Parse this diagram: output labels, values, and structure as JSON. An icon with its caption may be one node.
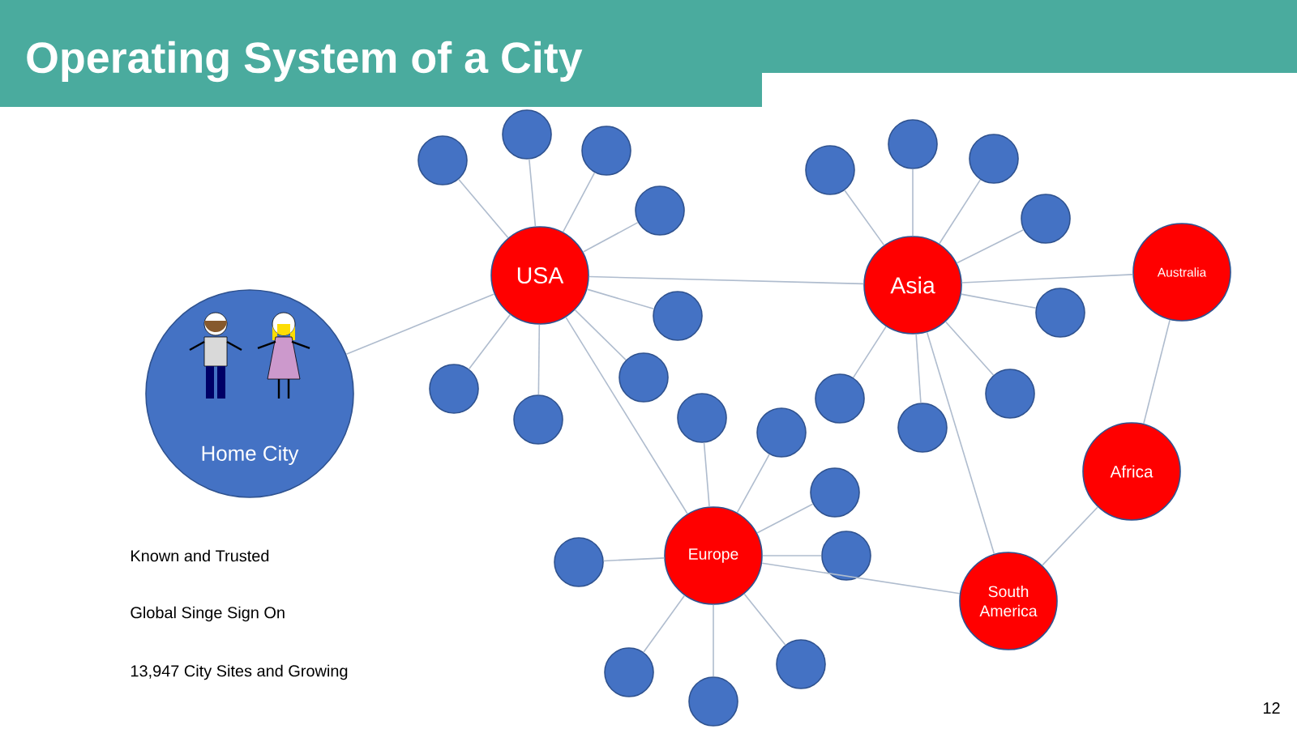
{
  "diagram": {
    "title": "Operating System of a City",
    "nodes": [
      {
        "text": [
          "Home City"
        ]
      },
      {
        "text": [
          "USA"
        ]
      },
      {
        "text": [],
        "shape": "circle"
      },
      {
        "text": [],
        "shape": "circle"
      },
      {
        "text": [],
        "shape": "circle"
      },
      {
        "text": [],
        "shape": "circle"
      },
      {
        "text": [],
        "shape": "circle"
      },
      {
        "text": [],
        "shape": "circle"
      },
      {
        "text": [],
        "shape": "circle"
      },
      {
        "text": [],
        "shape": "circle"
      },
      {
        "text": [
          "Asia"
        ]
      },
      {
        "text": [],
        "shape": "circle"
      },
      {
        "text": [],
        "shape": "circle"
      },
      {
        "text": [],
        "shape": "circle"
      },
      {
        "text": [],
        "shape": "circle"
      },
      {
        "text": [],
        "shape": "circle"
      },
      {
        "text": [],
        "shape": "circle"
      },
      {
        "text": [],
        "shape": "circle"
      },
      {
        "text": [],
        "shape": "circle"
      },
      {
        "text": [
          "Australia"
        ]
      },
      {
        "text": [
          "Africa"
        ]
      },
      {
        "text": [
          "Europe"
        ]
      },
      {
        "text": [],
        "shape": "circle"
      },
      {
        "text": [],
        "shape": "circle"
      },
      {
        "text": [],
        "shape": "circle"
      },
      {
        "text": [],
        "shape": "circle"
      },
      {
        "text": [],
        "shape": "circle"
      },
      {
        "text": [],
        "shape": "circle"
      },
      {
        "text": [],
        "shape": "circle"
      },
      {
        "text": [],
        "shape": "circle"
      },
      {
        "text": [
          "South America"
        ]
      }
    ],
    "edges": [
      {
        "from": 0,
        "to": 1,
        "arrow": "none"
      },
      {
        "from": 1,
        "to": 2,
        "arrow": "none"
      },
      {
        "from": 1,
        "to": 3,
        "arrow": "none"
      },
      {
        "from": 1,
        "to": 4,
        "arrow": "none"
      },
      {
        "from": 1,
        "to": 5,
        "arrow": "none"
      },
      {
        "from": 1,
        "to": 6,
        "arrow": "none"
      },
      {
        "from": 1,
        "to": 7,
        "arrow": "none"
      },
      {
        "from": 1,
        "to": 8,
        "arrow": "none"
      },
      {
        "from": 1,
        "to": 9,
        "arrow": "none"
      },
      {
        "from": 1,
        "to": 10,
        "arrow": "none"
      },
      {
        "from": 1,
        "to": 21,
        "arrow": "none"
      },
      {
        "from": 10,
        "to": 11,
        "arrow": "none"
      },
      {
        "from": 10,
        "to": 12,
        "arrow": "none"
      },
      {
        "from": 10,
        "to": 13,
        "arrow": "none"
      },
      {
        "from": 10,
        "to": 14,
        "arrow": "none"
      },
      {
        "from": 10,
        "to": 15,
        "arrow": "none"
      },
      {
        "from": 10,
        "to": 16,
        "arrow": "none"
      },
      {
        "from": 10,
        "to": 17,
        "arrow": "none"
      },
      {
        "from": 10,
        "to": 18,
        "arrow": "none"
      },
      {
        "from": 10,
        "to": 19,
        "arrow": "none"
      },
      {
        "from": 10,
        "to": 30,
        "arrow": "none"
      },
      {
        "from": 19,
        "to": 20,
        "arrow": "none"
      },
      {
        "from": 20,
        "to": 30,
        "arrow": "none"
      },
      {
        "from": 21,
        "to": 22,
        "arrow": "none"
      },
      {
        "from": 21,
        "to": 23,
        "arrow": "none"
      },
      {
        "from": 21,
        "to": 24,
        "arrow": "none"
      },
      {
        "from": 21,
        "to": 25,
        "arrow": "none"
      },
      {
        "from": 21,
        "to": 26,
        "arrow": "none"
      },
      {
        "from": 21,
        "to": 27,
        "arrow": "none"
      },
      {
        "from": 21,
        "to": 28,
        "arrow": "none"
      },
      {
        "from": 21,
        "to": 29,
        "arrow": "none"
      },
      {
        "from": 21,
        "to": 30,
        "arrow": "none"
      }
    ],
    "labels": [
      "Known and Trusted",
      "Global Singe Sign On",
      "13,947 City Sites and Growing",
      "12"
    ]
  }
}
